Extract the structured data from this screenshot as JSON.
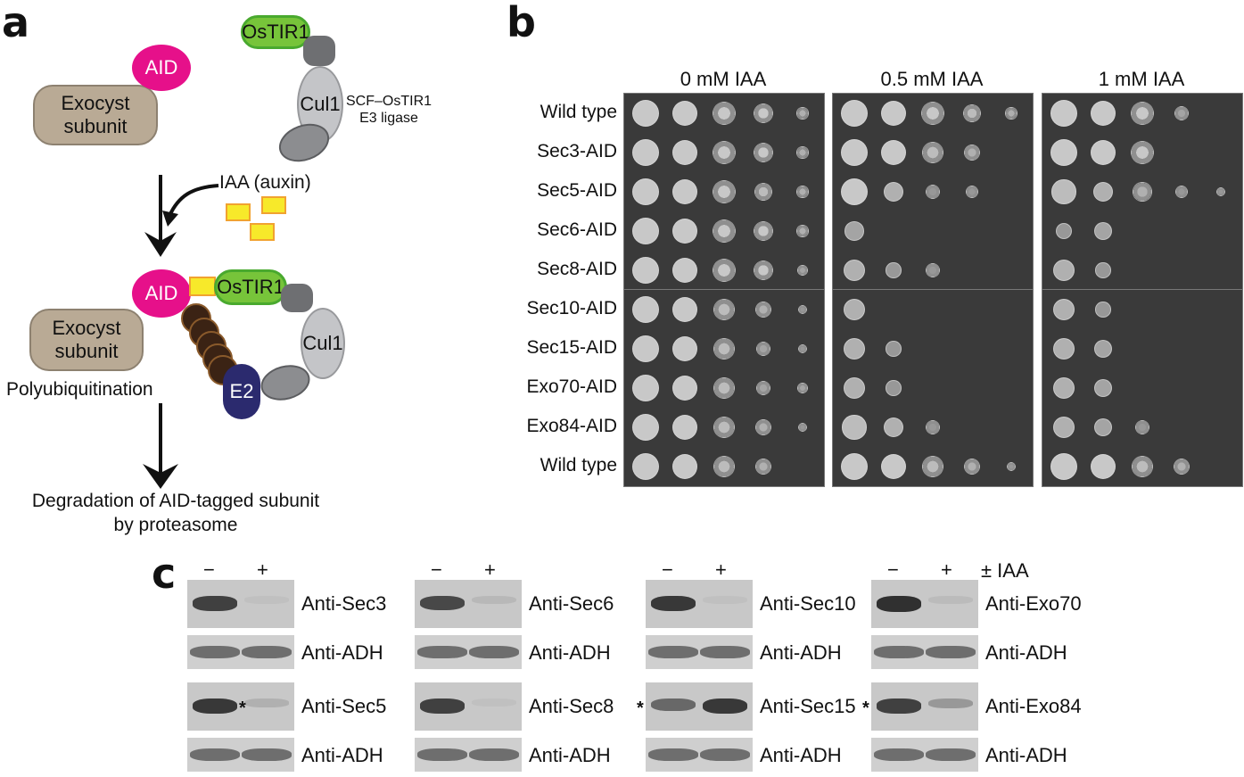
{
  "panels": {
    "a": {
      "letter": "a",
      "top": {
        "exocyst_label": "Exocyst\nsubunit",
        "aid_label": "AID",
        "ostir_label": "OsTIR1",
        "cul_label": "Cul1",
        "ligase_label": "SCF–OsTIR1\nE3 ligase"
      },
      "auxin_label": "IAA (auxin)",
      "complex": {
        "aid_label": "AID",
        "ostir_label": "OsTIR1",
        "exocyst_label": "Exocyst\nsubunit",
        "cul_label": "Cul1",
        "e2_label": "E2"
      },
      "polyubiquitination_label": "Polyubiquitination",
      "degradation_label": "Degradation of AID-tagged subunit\nby proteasome",
      "colors": {
        "aid": "#e6108a",
        "ostir": "#77c43a",
        "exocyst": "#b9aa95",
        "auxin": "#f7e92a",
        "e2": "#2b2a6e",
        "ubiquitin": "#3b2314"
      }
    },
    "b": {
      "letter": "b",
      "columns": [
        "0 mM IAA",
        "0.5 mM IAA",
        "1 mM IAA"
      ],
      "rows_top": [
        "Wild type",
        "Sec3-AID",
        "Sec5-AID",
        "Sec6-AID",
        "Sec8-AID"
      ],
      "rows_bottom": [
        "Sec10-AID",
        "Sec15-AID",
        "Exo70-AID",
        "Exo84-AID",
        "Wild type"
      ],
      "growth_top": [
        [
          [
            5,
            5,
            5,
            5,
            3
          ],
          [
            5,
            5,
            5,
            4,
            3
          ],
          [
            5,
            5,
            5,
            2,
            0
          ]
        ],
        [
          [
            5,
            5,
            5,
            5,
            3
          ],
          [
            5,
            5,
            4,
            3,
            0
          ],
          [
            5,
            5,
            5,
            0,
            0
          ]
        ],
        [
          [
            5,
            5,
            5,
            4,
            3
          ],
          [
            5,
            3,
            1,
            1,
            0
          ],
          [
            4,
            3,
            3,
            1,
            1
          ]
        ],
        [
          [
            5,
            5,
            5,
            5,
            3
          ],
          [
            2,
            0,
            0,
            0,
            0
          ],
          [
            1,
            2,
            0,
            0,
            0
          ]
        ],
        [
          [
            5,
            5,
            5,
            5,
            2
          ],
          [
            3,
            1,
            1,
            0,
            0
          ],
          [
            3,
            1,
            0,
            0,
            0
          ]
        ]
      ],
      "growth_bottom": [
        [
          [
            5,
            5,
            4,
            3,
            1
          ],
          [
            3,
            0,
            0,
            0,
            0
          ],
          [
            3,
            1,
            0,
            0,
            0
          ]
        ],
        [
          [
            5,
            5,
            4,
            2,
            1
          ],
          [
            3,
            1,
            0,
            0,
            0
          ],
          [
            3,
            2,
            0,
            0,
            0
          ]
        ],
        [
          [
            5,
            5,
            4,
            2,
            2
          ],
          [
            3,
            1,
            0,
            0,
            0
          ],
          [
            3,
            2,
            0,
            0,
            0
          ]
        ],
        [
          [
            5,
            5,
            4,
            3,
            1
          ],
          [
            4,
            3,
            1,
            0,
            0
          ],
          [
            3,
            2,
            1,
            0,
            0
          ]
        ],
        [
          [
            5,
            5,
            4,
            3,
            0
          ],
          [
            5,
            5,
            4,
            3,
            1
          ],
          [
            5,
            5,
            4,
            3,
            0
          ]
        ]
      ]
    },
    "c": {
      "letter": "c",
      "minus": "−",
      "plus": "+",
      "iaa_label": "± IAA",
      "blots": [
        {
          "target": "Anti-Sec3",
          "control": "Anti-ADH",
          "minus": 0.85,
          "plus": 0.05,
          "star": ""
        },
        {
          "target": "Anti-Sec6",
          "control": "Anti-ADH",
          "minus": 0.8,
          "plus": 0.1,
          "star": ""
        },
        {
          "target": "Anti-Sec10",
          "control": "Anti-ADH",
          "minus": 0.9,
          "plus": 0.05,
          "star": ""
        },
        {
          "target": "Anti-Exo70",
          "control": "Anti-ADH",
          "minus": 0.95,
          "plus": 0.08,
          "star": ""
        },
        {
          "target": "Anti-Sec5",
          "control": "Anti-ADH",
          "minus": 0.9,
          "plus": 0.15,
          "star": "*"
        },
        {
          "target": "Anti-Sec8",
          "control": "Anti-ADH",
          "minus": 0.85,
          "plus": 0.05,
          "star": ""
        },
        {
          "target": "Anti-Sec15",
          "control": "Anti-ADH",
          "minus": 0.6,
          "plus": 0.9,
          "star": "*"
        },
        {
          "target": "Anti-Exo84",
          "control": "Anti-ADH",
          "minus": 0.85,
          "plus": 0.3,
          "star": "*"
        }
      ]
    }
  }
}
